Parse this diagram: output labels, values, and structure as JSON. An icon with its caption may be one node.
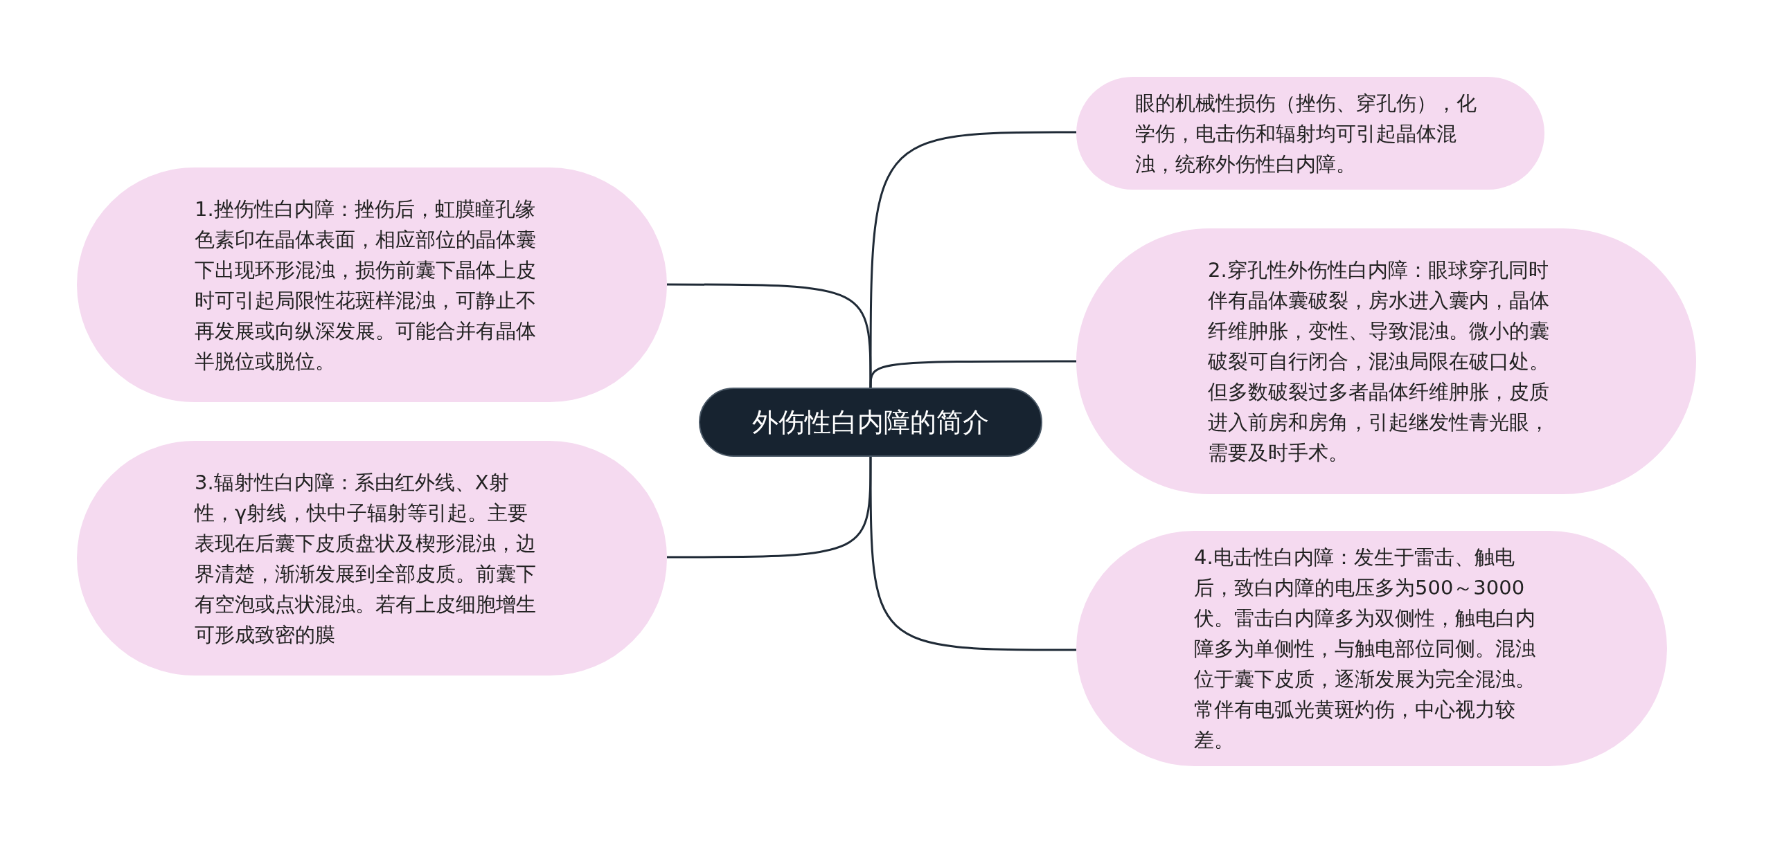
{
  "diagram": {
    "nodes": [
      {
        "text": [
          "外伤性白内障的简介"
        ]
      },
      {
        "text": [
          "眼的机械性损伤（挫伤、穿孔伤），化学伤，电击伤和辐射均可引起晶体混浊，统称外伤性白内障。"
        ]
      },
      {
        "text": [
          "1.挫伤性白内障：挫伤后，虹膜瞳孔缘色素印在晶体表面，相应部位的晶体囊下出现环形混浊，损伤前囊下晶体上皮时可引起局限性花斑样混浊，可静止不再发展或向纵深发展。可能合并有晶体半脱位或脱位。"
        ]
      },
      {
        "text": [
          "2.穿孔性外伤性白内障：眼球穿孔同时伴有晶体囊破裂，房水进入囊内，晶体纤维肿胀，变性、导致混浊。微小的囊破裂可自行闭合，混浊局限在破口处。但多数破裂过多者晶体纤维肿胀，皮质进入前房和房角，引起继发性青光眼，需要及时手术。"
        ]
      },
      {
        "text": [
          "3.辐射性白内障：系由红外线、X射性，γ射线，快中子辐射等引起。主要表现在后囊下皮质盘状及楔形混浊，边界清楚，渐渐发展到全部皮质。前囊下有空泡或点状混浊。若有上皮细胞增生可形成致密的膜"
        ]
      },
      {
        "text": [
          "4.电击性白内障：发生于雷击、触电后，致白内障的电压多为500～3000伏。雷击白内障多为双侧性，触电白内障多为单侧性，与触电部位同侧。混浊位于囊下皮质，逐渐发展为完全混浊。常伴有电弧光黄斑灼伤，中心视力较差。"
        ]
      }
    ],
    "edges": [
      {
        "from": 0,
        "to": 1,
        "arrow": "none"
      },
      {
        "from": 0,
        "to": 2,
        "arrow": "none"
      },
      {
        "from": 0,
        "to": 3,
        "arrow": "none"
      },
      {
        "from": 0,
        "to": 4,
        "arrow": "none"
      },
      {
        "from": 0,
        "to": 5,
        "arrow": "none"
      }
    ]
  }
}
